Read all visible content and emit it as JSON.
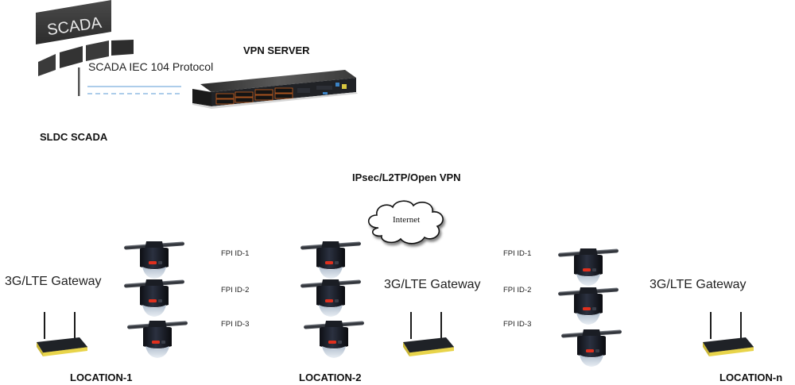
{
  "scada_center": {
    "logo_text": "SCADA",
    "caption": "SLDC SCADA",
    "protocol_label": "SCADA IEC 104 Protocol"
  },
  "vpn_server": {
    "title": "VPN SERVER"
  },
  "network": {
    "vpn_protocols": "IPsec/L2TP/Open VPN",
    "cloud_label": "Internet"
  },
  "locations": [
    {
      "name": "LOCATION-1",
      "gateway_label": "3G/LTE Gateway",
      "fpis": [
        "FPI ID-1",
        "FPI ID-2",
        "FPI ID-3"
      ]
    },
    {
      "name": "LOCATION-2",
      "gateway_label": "3G/LTE Gateway",
      "fpis": [
        "FPI ID-1",
        "FPI ID-2",
        "FPI ID-3"
      ]
    },
    {
      "name": "LOCATION-n",
      "gateway_label": "3G/LTE Gateway",
      "fpis": []
    }
  ],
  "colors": {
    "link_line": "#5b9bd5",
    "router_accent": "#e8d44a",
    "fpi_led": "#e0301e"
  }
}
